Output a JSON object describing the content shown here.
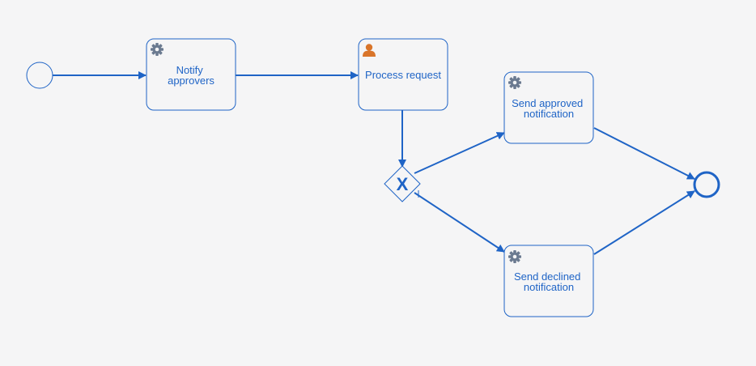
{
  "diagram": {
    "tasks": [
      {
        "id": "notify-approvers",
        "type": "service",
        "icon": "gear-icon",
        "lines": [
          "Notify",
          "approvers"
        ]
      },
      {
        "id": "process-request",
        "type": "user",
        "icon": "user-icon",
        "lines": [
          "Process request"
        ]
      },
      {
        "id": "send-approved-notification",
        "type": "service",
        "icon": "gear-icon",
        "lines": [
          "Send approved",
          "notification"
        ]
      },
      {
        "id": "send-declined-notification",
        "type": "service",
        "icon": "gear-icon",
        "lines": [
          "Send declined",
          "notification"
        ]
      }
    ],
    "gateway": {
      "type": "exclusive",
      "marker": "X"
    },
    "events": {
      "start": "start-event",
      "end": "end-event"
    },
    "colors": {
      "stroke": "#1f64c6",
      "text": "#1f64c6",
      "background": "#f5f5f6",
      "service_icon": "#6b7a90",
      "user_icon": "#d9752a"
    }
  }
}
